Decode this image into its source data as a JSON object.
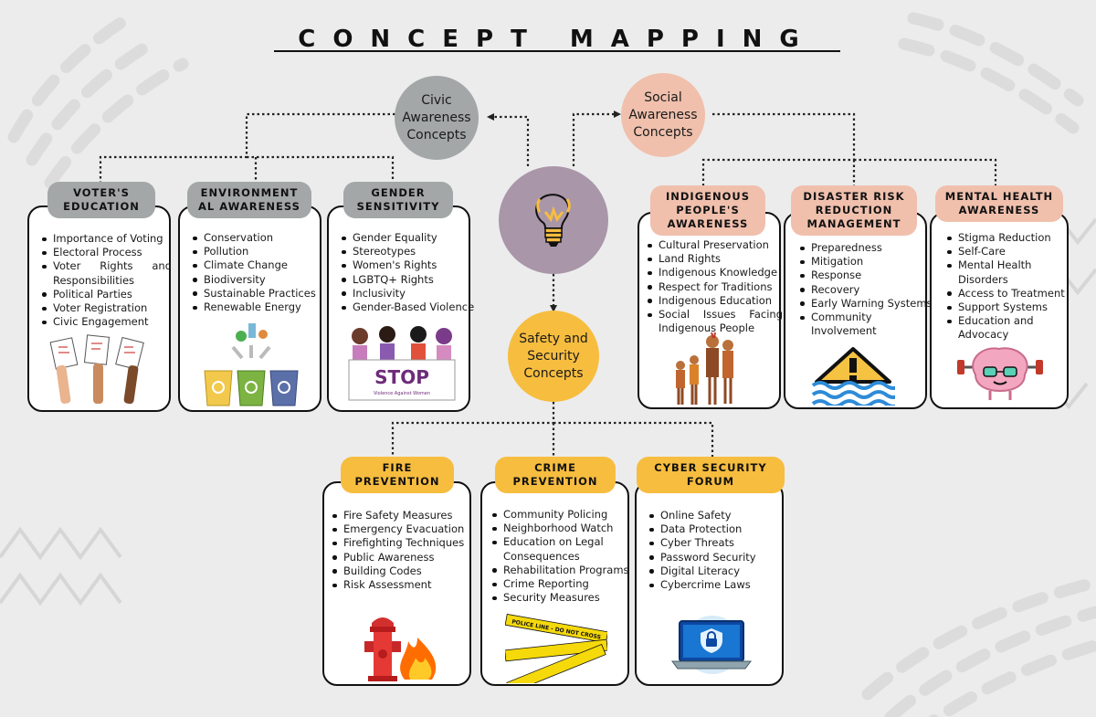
{
  "title": "CONCEPT MAPPING",
  "colors": {
    "background": "#ececec",
    "civic": "#a3a7a8",
    "social": "#f0c0ad",
    "safety": "#f7bd3f",
    "center": "#a996a9"
  },
  "center": {
    "icon": "lightbulb-icon"
  },
  "civic": {
    "label": "Civic Awareness Concepts",
    "branches": [
      {
        "title": "VOTER'S EDUCATION",
        "items": [
          "Importance of Voting",
          "Electoral Process",
          "Voter Rights and Responsibilities",
          "Political Parties",
          "Voter Registration",
          "Civic Engagement"
        ],
        "illustration": "raised-ballots-illustration"
      },
      {
        "title": "ENVIRONMENT AL AWARENESS",
        "items": [
          "Conservation",
          "Pollution",
          "Climate Change",
          "Biodiversity",
          "Sustainable Practices",
          "Renewable Energy"
        ],
        "illustration": "recycling-bins-illustration"
      },
      {
        "title": "GENDER SENSITIVITY",
        "items": [
          "Gender Equality",
          "Stereotypes",
          "Women's Rights",
          "LGBTQ+ Rights",
          "Inclusivity",
          "Gender-Based Violence"
        ],
        "illustration": "stop-violence-banner-illustration"
      }
    ]
  },
  "social": {
    "label": "Social Awareness Concepts",
    "branches": [
      {
        "title": "INDIGENOUS PEOPLE'S AWARENESS",
        "items": [
          "Cultural Preservation",
          "Land Rights",
          "Indigenous Knowledge",
          "Respect for Traditions",
          "Indigenous Education",
          "Social Issues Facing Indigenous People"
        ],
        "illustration": "indigenous-family-illustration"
      },
      {
        "title": "DISASTER RISK REDUCTION MANAGEMENT",
        "items": [
          "Preparedness",
          "Mitigation",
          "Response",
          "Recovery",
          "Early Warning Systems",
          "Community Involvement"
        ],
        "illustration": "flood-warning-illustration"
      },
      {
        "title": "MENTAL HEALTH AWARENESS",
        "items": [
          "Stigma Reduction",
          "Self-Care",
          "Mental Health Disorders",
          "Access to Treatment",
          "Support Systems",
          "Education and Advocacy"
        ],
        "illustration": "brain-exercise-illustration"
      }
    ]
  },
  "safety": {
    "label": "Safety and Security Concepts",
    "branches": [
      {
        "title": "FIRE PREVENTION",
        "items": [
          "Fire Safety Measures",
          "Emergency Evacuation",
          "Firefighting Techniques",
          "Public Awareness",
          "Building Codes",
          "Risk Assessment"
        ],
        "illustration": "fire-hydrant-illustration"
      },
      {
        "title": "CRIME PREVENTION",
        "items": [
          "Community Policing",
          "Neighborhood Watch",
          "Education on Legal Consequences",
          "Rehabilitation Programs",
          "Crime Reporting",
          "Security Measures"
        ],
        "illustration": "police-tape-illustration",
        "tape_text": "POLICE LINE - DO NOT CROSS"
      },
      {
        "title": "CYBER SECURITY FORUM",
        "items": [
          "Online Safety",
          "Data Protection",
          "Cyber Threats",
          "Password Security",
          "Digital Literacy",
          "Cybercrime Laws"
        ],
        "illustration": "secure-laptop-illustration"
      }
    ]
  },
  "illustration_text": {
    "stop": "STOP",
    "stop_sub": "Violence Against Women"
  }
}
